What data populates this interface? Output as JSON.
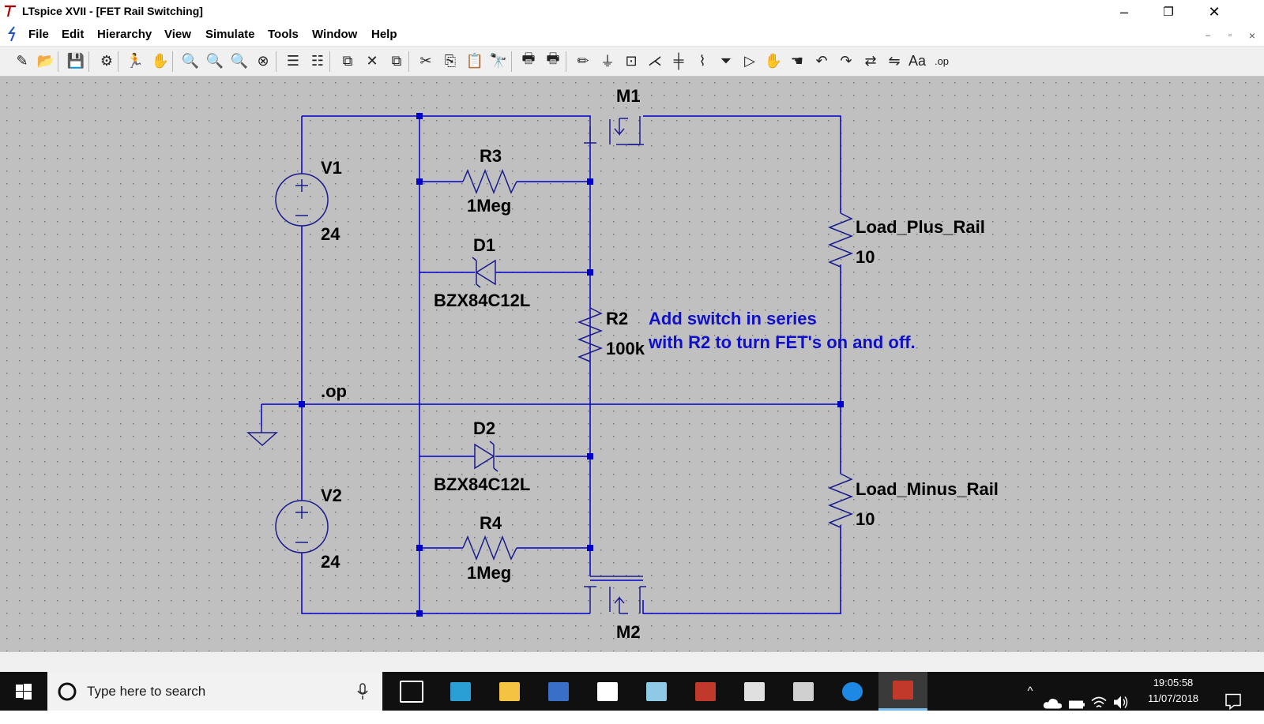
{
  "window": {
    "title": "LTspice XVII - [FET Rail Switching]",
    "controls": {
      "minimize": "–",
      "restore": "❐",
      "close": "✕"
    },
    "mdi_controls": {
      "minimize": "–",
      "restore": "▫",
      "close": "×"
    }
  },
  "menu": {
    "items": [
      "File",
      "Edit",
      "Hierarchy",
      "View",
      "Simulate",
      "Tools",
      "Window",
      "Help"
    ]
  },
  "toolbar": {
    "icons": [
      "new-schematic-icon",
      "open-icon",
      "save-icon",
      "control-panel-icon",
      "run-icon",
      "pan-icon",
      "zoom-in-icon",
      "zoom-full-icon",
      "zoom-out-icon",
      "zoom-cancel-icon",
      "tile-horizontal-icon",
      "tile-vertical-icon",
      "cascade-icon",
      "close-windows-icon",
      "cascade-2-icon",
      "cut-icon",
      "copy-icon",
      "paste-icon",
      "find-icon",
      "print-icon",
      "print-preview-icon",
      "wire-icon",
      "ground-icon",
      "label-net-icon",
      "resistor-icon",
      "capacitor-icon",
      "inductor-icon",
      "diode-icon",
      "component-icon",
      "move-icon",
      "drag-icon",
      "undo-icon",
      "redo-icon",
      "rotate-icon",
      "mirror-icon",
      "text-icon",
      "spice-directive-icon"
    ],
    "glyphs": [
      "✎",
      "📂",
      "💾",
      "⚙",
      "🏃",
      "✋",
      "🔍",
      "🔍",
      "🔍",
      "⊗",
      "☰",
      "☷",
      "⧉",
      "✕",
      "⧉",
      "✂",
      "⎘",
      "📋",
      "🔭",
      "🖶",
      "🖶",
      "✏",
      "⏚",
      "⊡",
      "⋌",
      "╪",
      "⌇",
      "⏷",
      "▷",
      "✋",
      "☚",
      "↶",
      "↷",
      "⇄",
      "⇋",
      "Aa",
      ".op"
    ]
  },
  "schematic": {
    "labels": {
      "m1": "M1",
      "m2": "M2",
      "v1": "V1",
      "v1_value": "24",
      "v2": "V2",
      "v2_value": "24",
      "r3": "R3",
      "r3_value": "1Meg",
      "r4": "R4",
      "r4_value": "1Meg",
      "d1": "D1",
      "d1_value": "BZX84C12L",
      "d2": "D2",
      "d2_value": "BZX84C12L",
      "r2": "R2",
      "r2_value": "100k",
      "load_plus": "Load_Plus_Rail",
      "load_plus_value": "10",
      "load_minus": "Load_Minus_Rail",
      "load_minus_value": "10",
      "directive": ".op",
      "comment_line1": "Add switch in series",
      "comment_line2": "with R2 to turn FET's on and off."
    },
    "colors": {
      "background": "#c0c0c0",
      "wire": "#0000c8",
      "component": "#1a1a8c",
      "comment": "#1010c8",
      "grid_dot": "#6a6a6a"
    }
  },
  "taskbar": {
    "search_placeholder": "Type here to search",
    "apps": [
      "task-view-icon",
      "store-icon",
      "file-explorer-icon",
      "bank-icon",
      "document-icon",
      "notes-icon",
      "ltspice-icon",
      "calculator-icon",
      "paint-icon",
      "edge-icon",
      "ltspice-active-icon"
    ],
    "time": "19:05:58",
    "date": "11/07/2018"
  }
}
